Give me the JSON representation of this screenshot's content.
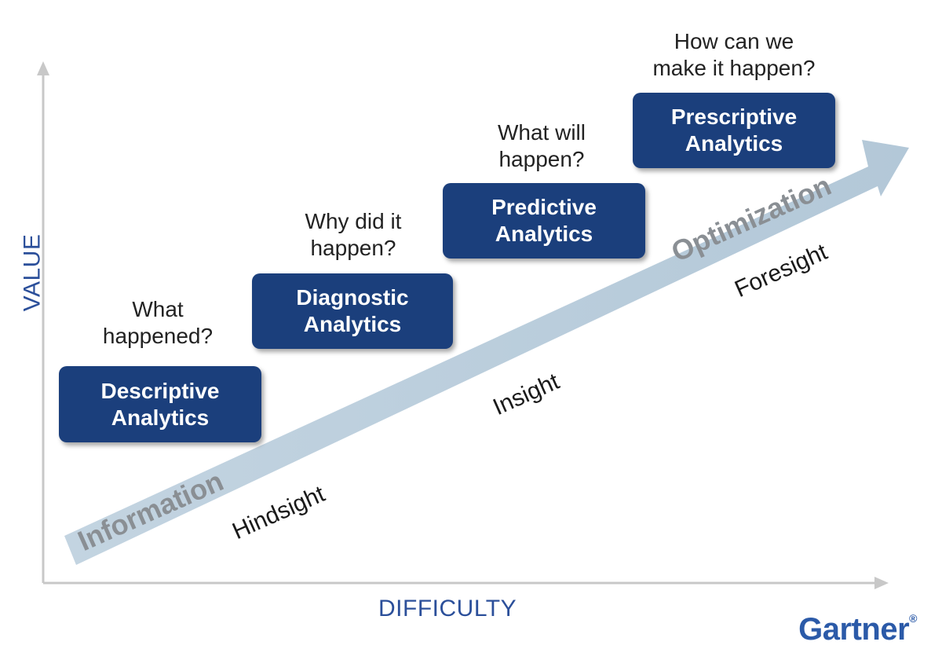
{
  "axes": {
    "y_label": "VALUE",
    "x_label": "DIFFICULTY"
  },
  "stages": [
    {
      "question_lines": [
        "What",
        "happened?"
      ],
      "box_lines": [
        "Descriptive",
        "Analytics"
      ]
    },
    {
      "question_lines": [
        "Why did it",
        "happen?"
      ],
      "box_lines": [
        "Diagnostic",
        "Analytics"
      ]
    },
    {
      "question_lines": [
        "What will",
        "happen?"
      ],
      "box_lines": [
        "Predictive",
        "Analytics"
      ]
    },
    {
      "question_lines": [
        "How can we",
        "make it happen?"
      ],
      "box_lines": [
        "Prescriptive",
        "Analytics"
      ]
    }
  ],
  "arrow_labels": {
    "start": "Information",
    "end": "Optimization"
  },
  "outcome_labels": {
    "hindsight": "Hindsight",
    "insight": "Insight",
    "foresight": "Foresight"
  },
  "brand": {
    "logo_text": "Gartner",
    "logo_mark": "®"
  },
  "colors": {
    "box_fill": "#1b3f7c",
    "arrow_fill": "#bccfdd",
    "axis_line": "#c8c8c8",
    "axis_label": "#2b4f9a",
    "logo": "#2b5aa8"
  }
}
